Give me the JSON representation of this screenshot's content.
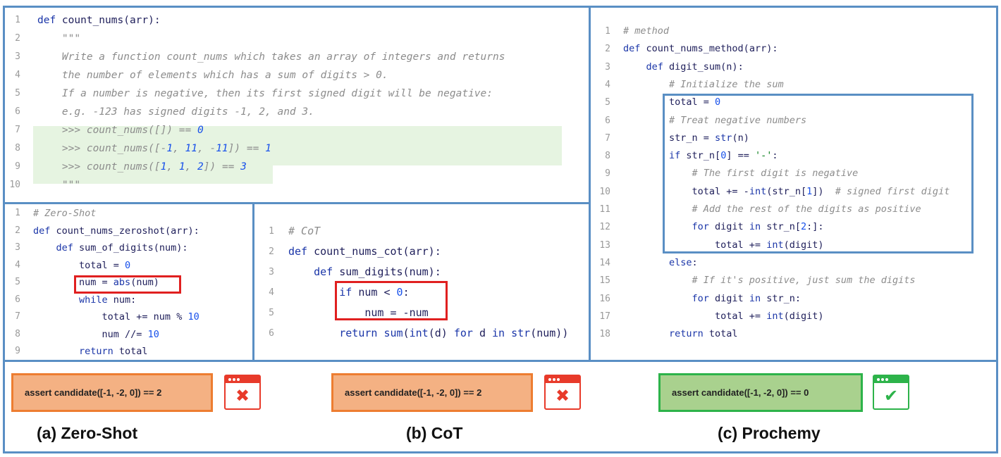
{
  "task": {
    "lines": [
      {
        "n": "1",
        "tokens": [
          [
            "kw",
            "def "
          ],
          [
            "fn",
            "count_nums(arr):"
          ]
        ]
      },
      {
        "n": "2",
        "tokens": [
          [
            "doc",
            "    \"\"\""
          ]
        ]
      },
      {
        "n": "3",
        "tokens": [
          [
            "doc",
            "    Write a function count_nums which takes an array of integers and returns"
          ]
        ]
      },
      {
        "n": "4",
        "tokens": [
          [
            "doc",
            "    the number of elements which has a sum of digits > 0."
          ]
        ]
      },
      {
        "n": "5",
        "tokens": [
          [
            "doc",
            "    If a number is negative, then its first signed digit will be negative:"
          ]
        ]
      },
      {
        "n": "6",
        "tokens": [
          [
            "doc",
            "    e.g. -123 has signed digits -1, 2, and 3."
          ]
        ]
      },
      {
        "n": "7",
        "tokens": [
          [
            "doc",
            "    >>> count_nums([]) == "
          ],
          [
            "docnum",
            "0"
          ]
        ]
      },
      {
        "n": "8",
        "tokens": [
          [
            "doc",
            "    >>> count_nums([-"
          ],
          [
            "docnum",
            "1"
          ],
          [
            "doc",
            ", "
          ],
          [
            "docnum",
            "11"
          ],
          [
            "doc",
            ", -"
          ],
          [
            "docnum",
            "11"
          ],
          [
            "doc",
            "]) == "
          ],
          [
            "docnum",
            "1"
          ]
        ]
      },
      {
        "n": "9",
        "tokens": [
          [
            "doc",
            "    >>> count_nums(["
          ],
          [
            "docnum",
            "1"
          ],
          [
            "doc",
            ", "
          ],
          [
            "docnum",
            "1"
          ],
          [
            "doc",
            ", "
          ],
          [
            "docnum",
            "2"
          ],
          [
            "doc",
            "]) == "
          ],
          [
            "docnum",
            "3"
          ]
        ]
      },
      {
        "n": "10",
        "tokens": [
          [
            "doc",
            "    \"\"\""
          ]
        ]
      }
    ]
  },
  "zeroshot": {
    "lines": [
      {
        "n": "1",
        "tokens": [
          [
            "cm",
            "# Zero-Shot"
          ]
        ]
      },
      {
        "n": "2",
        "tokens": [
          [
            "kw",
            "def "
          ],
          [
            "fn",
            "count_nums_zeroshot(arr):"
          ]
        ]
      },
      {
        "n": "3",
        "tokens": [
          [
            "kw",
            "    def "
          ],
          [
            "fn",
            "sum_of_digits(num):"
          ]
        ]
      },
      {
        "n": "4",
        "tokens": [
          [
            "fn",
            "        total = "
          ],
          [
            "num",
            "0"
          ]
        ]
      },
      {
        "n": "5",
        "tokens": [
          [
            "fn",
            "        num = "
          ],
          [
            "kw",
            "abs"
          ],
          [
            "fn",
            "(num)"
          ]
        ]
      },
      {
        "n": "6",
        "tokens": [
          [
            "kw",
            "        while "
          ],
          [
            "fn",
            "num:"
          ]
        ]
      },
      {
        "n": "7",
        "tokens": [
          [
            "fn",
            "            total += num % "
          ],
          [
            "num",
            "10"
          ]
        ]
      },
      {
        "n": "8",
        "tokens": [
          [
            "fn",
            "            num //= "
          ],
          [
            "num",
            "10"
          ]
        ]
      },
      {
        "n": "9",
        "tokens": [
          [
            "kw",
            "        return "
          ],
          [
            "fn",
            "total"
          ]
        ]
      }
    ]
  },
  "cot": {
    "lines": [
      {
        "n": "1",
        "tokens": [
          [
            "cm",
            "# CoT"
          ]
        ]
      },
      {
        "n": "2",
        "tokens": [
          [
            "kw",
            "def "
          ],
          [
            "fn",
            "count_nums_cot(arr):"
          ]
        ]
      },
      {
        "n": "3",
        "tokens": [
          [
            "kw",
            "    def "
          ],
          [
            "fn",
            "sum_digits(num):"
          ]
        ]
      },
      {
        "n": "4",
        "tokens": [
          [
            "kw",
            "        if "
          ],
          [
            "fn",
            "num < "
          ],
          [
            "num",
            "0"
          ],
          [
            "fn",
            ":"
          ]
        ]
      },
      {
        "n": "5",
        "tokens": [
          [
            "fn",
            "            num = -num"
          ]
        ]
      },
      {
        "n": "6",
        "tokens": [
          [
            "kw",
            "        return "
          ],
          [
            "kw",
            "sum"
          ],
          [
            "fn",
            "("
          ],
          [
            "kw",
            "int"
          ],
          [
            "fn",
            "(d) "
          ],
          [
            "kw",
            "for "
          ],
          [
            "fn",
            "d "
          ],
          [
            "kw",
            "in "
          ],
          [
            "kw",
            "str"
          ],
          [
            "fn",
            "(num))"
          ]
        ]
      }
    ]
  },
  "method": {
    "lines": [
      {
        "n": "1",
        "tokens": [
          [
            "cm",
            "# method"
          ]
        ]
      },
      {
        "n": "2",
        "tokens": [
          [
            "kw",
            "def "
          ],
          [
            "fn",
            "count_nums_method(arr):"
          ]
        ]
      },
      {
        "n": "3",
        "tokens": [
          [
            "kw",
            "    def "
          ],
          [
            "fn",
            "digit_sum(n):"
          ]
        ]
      },
      {
        "n": "4",
        "tokens": [
          [
            "cm",
            "        # Initialize the sum"
          ]
        ]
      },
      {
        "n": "5",
        "tokens": [
          [
            "fn",
            "        total = "
          ],
          [
            "num",
            "0"
          ]
        ]
      },
      {
        "n": "6",
        "tokens": [
          [
            "cm",
            "        # Treat negative numbers"
          ]
        ]
      },
      {
        "n": "7",
        "tokens": [
          [
            "fn",
            "        str_n = "
          ],
          [
            "kw",
            "str"
          ],
          [
            "fn",
            "(n)"
          ]
        ]
      },
      {
        "n": "8",
        "tokens": [
          [
            "kw",
            "        if "
          ],
          [
            "fn",
            "str_n["
          ],
          [
            "num",
            "0"
          ],
          [
            "fn",
            "] == "
          ],
          [
            "str",
            "'-'"
          ],
          [
            "fn",
            ":"
          ]
        ]
      },
      {
        "n": "9",
        "tokens": [
          [
            "cm",
            "            # The first digit is negative"
          ]
        ]
      },
      {
        "n": "10",
        "tokens": [
          [
            "fn",
            "            total += -"
          ],
          [
            "kw",
            "int"
          ],
          [
            "fn",
            "(str_n["
          ],
          [
            "num",
            "1"
          ],
          [
            "fn",
            "])  "
          ],
          [
            "cm",
            "# signed first digit"
          ]
        ]
      },
      {
        "n": "11",
        "tokens": [
          [
            "cm",
            "            # Add the rest of the digits as positive"
          ]
        ]
      },
      {
        "n": "12",
        "tokens": [
          [
            "kw",
            "            for "
          ],
          [
            "fn",
            "digit "
          ],
          [
            "kw",
            "in "
          ],
          [
            "fn",
            "str_n["
          ],
          [
            "num",
            "2"
          ],
          [
            "fn",
            ":]:"
          ]
        ]
      },
      {
        "n": "13",
        "tokens": [
          [
            "fn",
            "                total += "
          ],
          [
            "kw",
            "int"
          ],
          [
            "fn",
            "(digit)"
          ]
        ]
      },
      {
        "n": "14",
        "tokens": [
          [
            "kw",
            "        else"
          ],
          [
            "fn",
            ":"
          ]
        ]
      },
      {
        "n": "15",
        "tokens": [
          [
            "cm",
            "            # If it's positive, just sum the digits"
          ]
        ]
      },
      {
        "n": "16",
        "tokens": [
          [
            "kw",
            "            for "
          ],
          [
            "fn",
            "digit "
          ],
          [
            "kw",
            "in "
          ],
          [
            "fn",
            "str_n:"
          ]
        ]
      },
      {
        "n": "17",
        "tokens": [
          [
            "fn",
            "                total += "
          ],
          [
            "kw",
            "int"
          ],
          [
            "fn",
            "(digit)"
          ]
        ]
      },
      {
        "n": "18",
        "tokens": [
          [
            "kw",
            "        return "
          ],
          [
            "fn",
            "total"
          ]
        ]
      }
    ]
  },
  "results": {
    "zeroshot": {
      "assert": "assert candidate([-1, -2, 0]) == 2",
      "caption": "(a) Zero-Shot",
      "status": "fail",
      "mark": "✖"
    },
    "cot": {
      "assert": "assert candidate([-1, -2, 0]) == 2",
      "caption": "(b) CoT",
      "status": "fail",
      "mark": "✖"
    },
    "prochemy": {
      "assert": "assert candidate([-1, -2, 0]) == 0",
      "caption": "(c) Prochemy",
      "status": "pass",
      "mark": "✔"
    }
  },
  "colors": {
    "frame": "#5a8fc4",
    "highlight_red": "#e02020",
    "fail_fill": "#f4b183",
    "pass_fill": "#a9d18e"
  }
}
